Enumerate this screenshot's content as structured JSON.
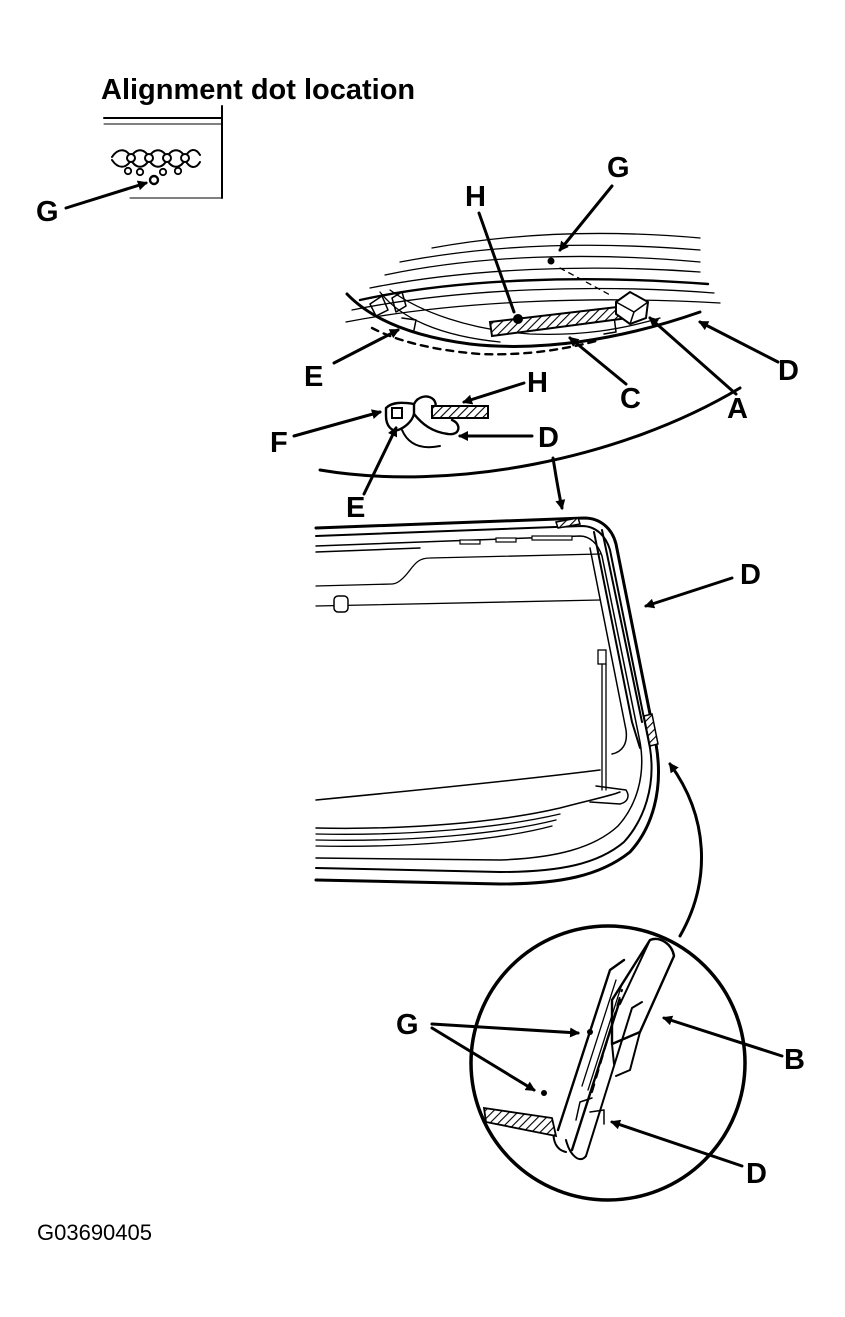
{
  "title": "Alignment dot location",
  "figure_id": "G03690405",
  "callouts": {
    "inset_G": "G",
    "top_G": "G",
    "top_H": "H",
    "top_E": "E",
    "top_C": "C",
    "top_A": "A",
    "top_D": "D",
    "sec_H": "H",
    "sec_F": "F",
    "sec_D": "D",
    "sec_E": "E",
    "main_D": "D",
    "circ_G": "G",
    "circ_B": "B",
    "circ_D": "D"
  },
  "colors": {
    "ink": "#000000",
    "paper": "#ffffff"
  }
}
